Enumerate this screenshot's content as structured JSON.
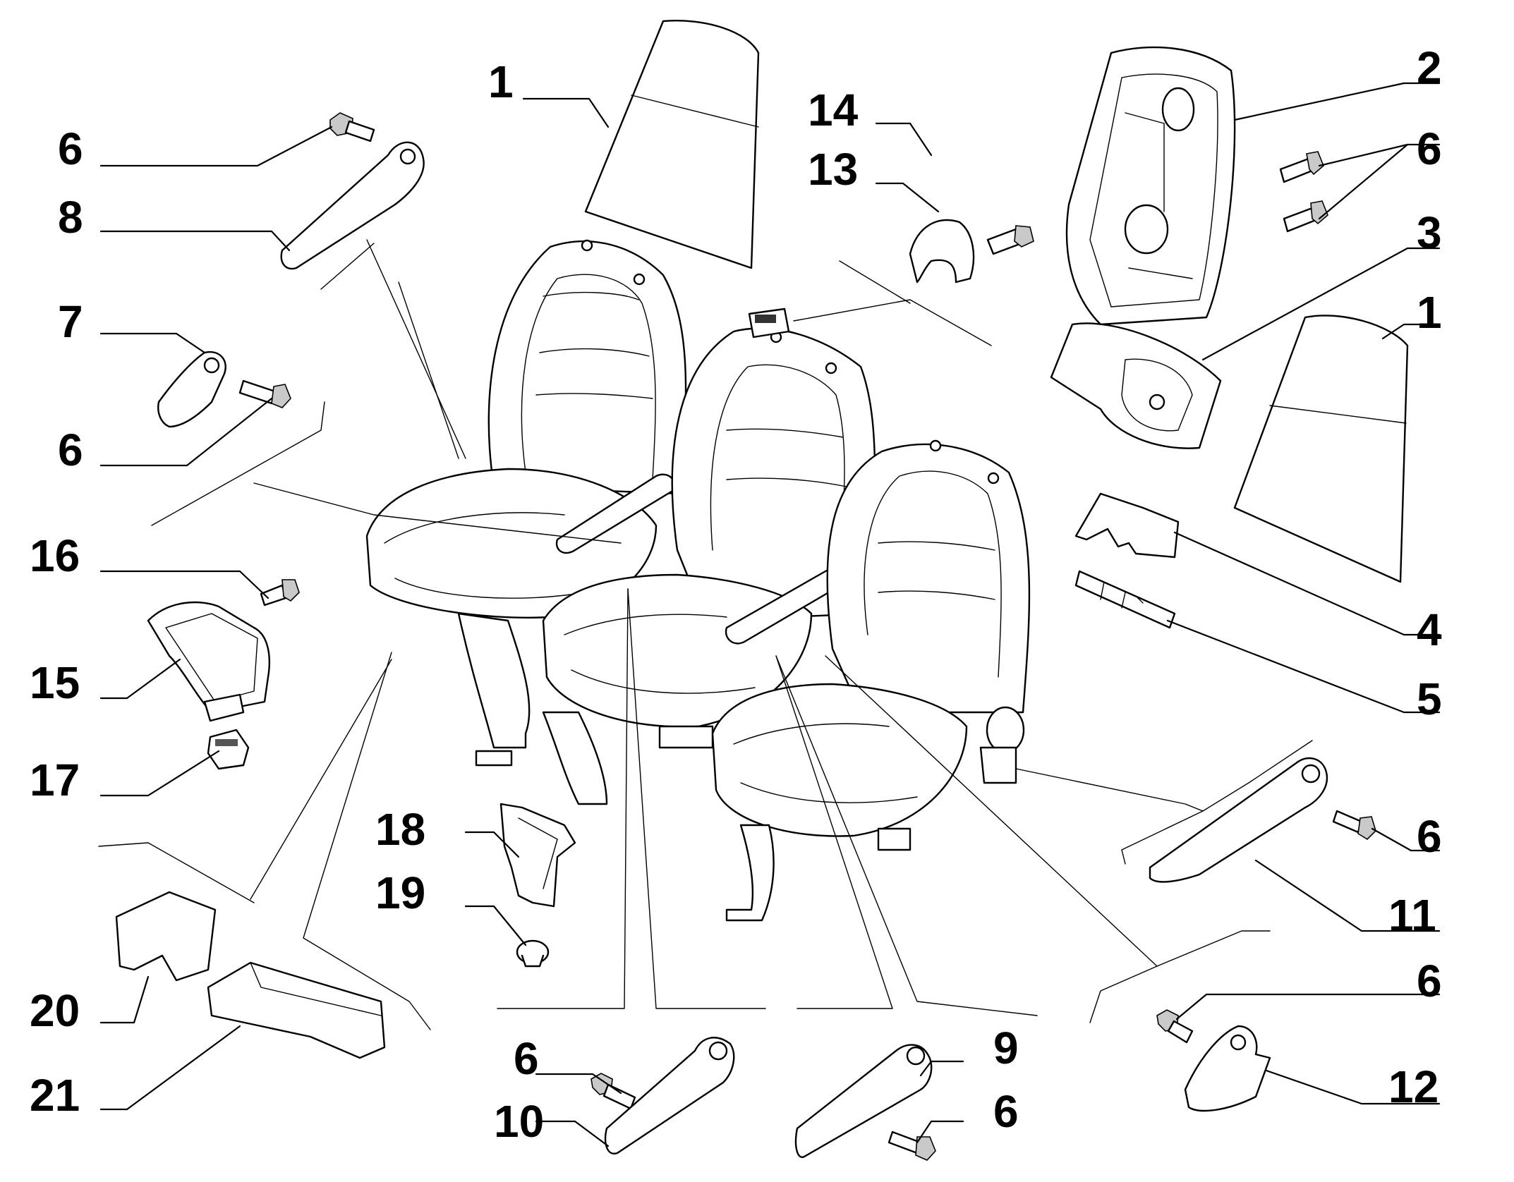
{
  "callouts": [
    {
      "id": "c1a",
      "text": "1"
    },
    {
      "id": "c1b",
      "text": "1"
    },
    {
      "id": "c2",
      "text": "2"
    },
    {
      "id": "c3",
      "text": "3"
    },
    {
      "id": "c4",
      "text": "4"
    },
    {
      "id": "c5",
      "text": "5"
    },
    {
      "id": "c6a",
      "text": "6"
    },
    {
      "id": "c6b",
      "text": "6"
    },
    {
      "id": "c6c",
      "text": "6"
    },
    {
      "id": "c6d",
      "text": "6"
    },
    {
      "id": "c6e",
      "text": "6"
    },
    {
      "id": "c6f",
      "text": "6"
    },
    {
      "id": "c6g",
      "text": "6"
    },
    {
      "id": "c7",
      "text": "7"
    },
    {
      "id": "c8",
      "text": "8"
    },
    {
      "id": "c9",
      "text": "9"
    },
    {
      "id": "c10",
      "text": "10"
    },
    {
      "id": "c11",
      "text": "11"
    },
    {
      "id": "c12",
      "text": "12"
    },
    {
      "id": "c13",
      "text": "13"
    },
    {
      "id": "c14",
      "text": "14"
    },
    {
      "id": "c15",
      "text": "15"
    },
    {
      "id": "c16",
      "text": "16"
    },
    {
      "id": "c17",
      "text": "17"
    },
    {
      "id": "c18",
      "text": "18"
    },
    {
      "id": "c19",
      "text": "19"
    },
    {
      "id": "c20",
      "text": "20"
    },
    {
      "id": "c21",
      "text": "21"
    }
  ]
}
